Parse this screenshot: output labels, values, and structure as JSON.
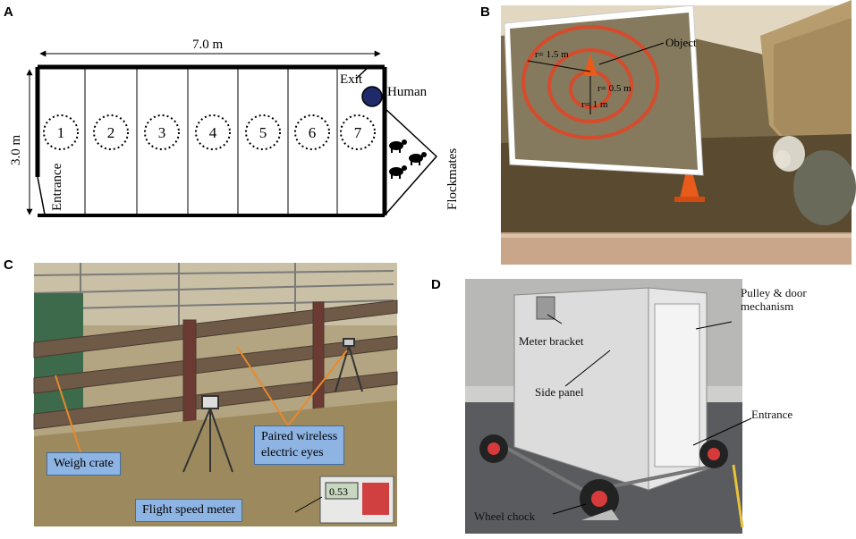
{
  "panel_letters": [
    "A",
    "B",
    "C",
    "D"
  ],
  "panel_a": {
    "width_label": "7.0 m",
    "height_label": "3.0 m",
    "stations": [
      "1",
      "2",
      "3",
      "4",
      "5",
      "6",
      "7"
    ],
    "exit_label": "Exit",
    "human_label": "Human",
    "entrance_label": "Entrance",
    "flockmates_label": "Flockmates"
  },
  "panel_b": {
    "object_label": "Object",
    "radii": [
      "r= 1.5 m",
      "r= 0.5 m",
      "r= 1 m"
    ]
  },
  "panel_c": {
    "weigh_crate": "Weigh crate",
    "eyes_line1": "Paired wireless",
    "eyes_line2": "electric eyes",
    "meter": "Flight speed meter",
    "meter_display": "0.53"
  },
  "panel_d": {
    "pulley_line1": "Pulley & door",
    "pulley_line2": "mechanism",
    "meter_bracket": "Meter bracket",
    "side_panel": "Side panel",
    "entrance": "Entrance",
    "wheel_chock": "Wheel chock"
  }
}
